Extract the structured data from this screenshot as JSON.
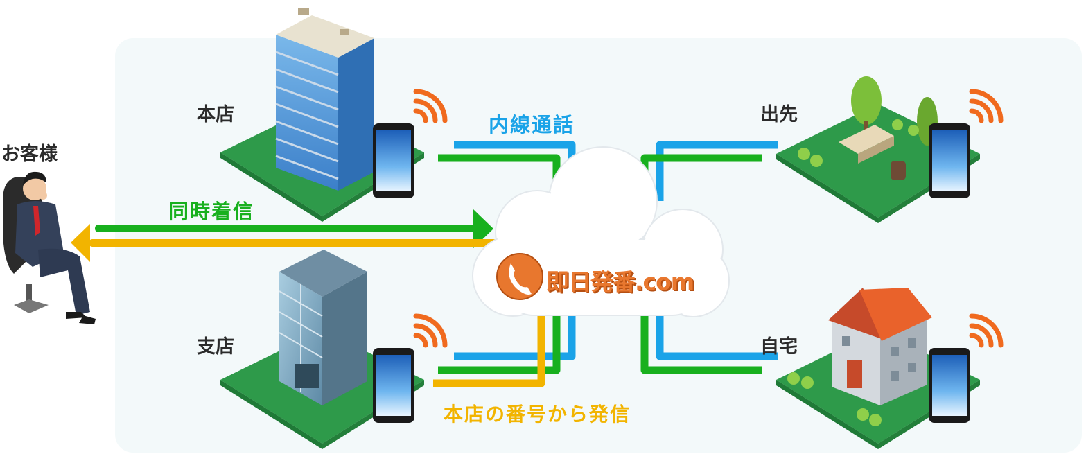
{
  "labels": {
    "customer": "お客様",
    "head_office": "本店",
    "branch": "支店",
    "outside": "出先",
    "home": "自宅",
    "extension_call": "内線通話",
    "simultaneous_ring": "同時着信",
    "outbound_from_head": "本店の番号から発信"
  },
  "logo": {
    "text": "即日発番.com"
  },
  "colors": {
    "blue_line": "#1aa3e8",
    "green_line": "#18b01e",
    "yellow_line": "#f2b400",
    "logo_orange": "#e8772e",
    "panel_bg": "#f3f9fa"
  }
}
